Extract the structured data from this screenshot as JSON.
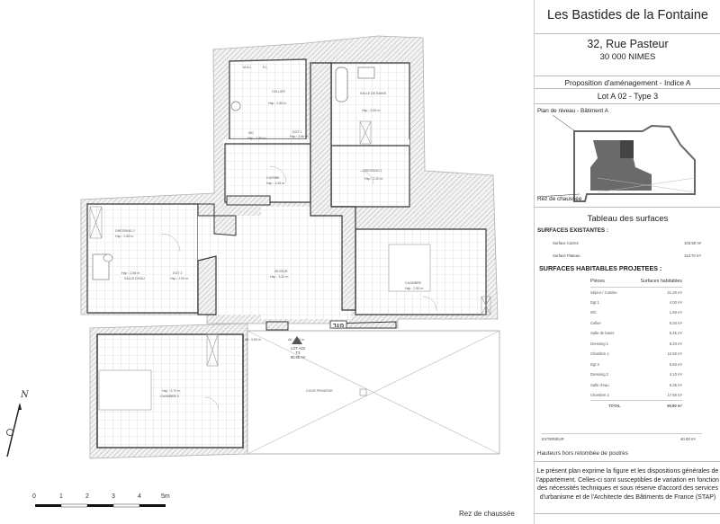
{
  "cartouche": {
    "project_name": "Les Bastides de la Fontaine",
    "address_line1": "32, Rue Pasteur",
    "address_line2": "30 000 NIMES",
    "proposal": "Proposition d'aménagement - Indice A",
    "lot": "Lot  A 02 - Type 3",
    "key_plan_title": "Plan de niveau - Bâtiment A",
    "key_plan_level": "Rez de chaussée",
    "surfaces_title": "Tableau des surfaces",
    "existing_heading": "SURFACES EXISTANTES :",
    "existing": [
      {
        "label": "Surface Carrez",
        "value": "103.50 m²"
      },
      {
        "label": "Surface Plateau",
        "value": "113.70 m²"
      }
    ],
    "projected_heading": "SURFACES HABITABLES PROJETEES :",
    "table_headers": {
      "room": "Pièces",
      "area": "Surfaces habitables"
    },
    "rooms": [
      {
        "label": "Séjour / Cuisine",
        "value": "21.20 m²"
      },
      {
        "label": "Dgt 1",
        "value": "4.00 m²"
      },
      {
        "label": "WC",
        "value": "1.60 m²"
      },
      {
        "label": "Cellier",
        "value": "6.20 m²"
      },
      {
        "label": "Salle de bains",
        "value": "5.45 m²"
      },
      {
        "label": "Dressing 1",
        "value": "6.40 m²"
      },
      {
        "label": "Chambre 1",
        "value": "12.50 m²"
      },
      {
        "label": "Dgt 2",
        "value": "5.60 m²"
      },
      {
        "label": "Dressing 2",
        "value": "4.10 m²"
      },
      {
        "label": "Salle d'eau",
        "value": "6.35 m²"
      },
      {
        "label": "Chambre 2",
        "value": "17.50 m²"
      }
    ],
    "total_label": "TOTAL",
    "total_value": "90.90 m²",
    "exterior_label": "EXTERIEUR",
    "exterior_value": "40.00 m²",
    "heights_note": "Hauteurs hors retombée de poutres",
    "disclaimer": "Le présent plan exprime la figure et les dispositions générales de l'appartement. Celles-ci sont susceptibles de variation en fonction des nécessités techniques et sous réserve d'accord des services d'urbanisme et de l'Architecte des Bâtiments de France (STAP)"
  },
  "plan": {
    "level_label": "Rez de chaussée",
    "north_label": "N",
    "scale_ticks": [
      "0",
      "1",
      "2",
      "3",
      "4",
      "5m"
    ],
    "lot_marker": {
      "line1": "LOT A02",
      "line2": "T3",
      "line3": "90.90 m²"
    },
    "gtl_label": "GTL",
    "rooms": [
      {
        "name": "CELLIER",
        "height": "Hsp : 2.80 m"
      },
      {
        "name": "SALLE DE BAINS",
        "height": "Hsp : 2.60 m"
      },
      {
        "name": "WC",
        "height": "Hsp : 2.80 m"
      },
      {
        "name": "DGT 1",
        "height": "Hsp : 2.80 m"
      },
      {
        "name": "CUISINE",
        "height": "Hsp : 3.45 m"
      },
      {
        "name": "DRESSING 1",
        "height": "Hsp : 2.20 m"
      },
      {
        "name": "DRESSING 2",
        "height": "Hsp : 2.80 m"
      },
      {
        "name": "SALLE D'EAU",
        "height": "Hsp : 2.56 m"
      },
      {
        "name": "DGT 2",
        "height": "Hsp : 2.50 m"
      },
      {
        "name": "SEJOUR",
        "height": "Hsp : 3.20 m"
      },
      {
        "name": "CHAMBRE",
        "height": "Hsp : 2.80 m"
      },
      {
        "name": "CHAMBRE 2",
        "height": "Hsp : 3.70 m"
      },
      {
        "name": "COUR PRIVATIVE",
        "height": ""
      }
    ],
    "annotations": {
      "mal": "M.A.L",
      "el": "E.L",
      "hsp_door_left": "Alt : 0.00 m",
      "hsp_door_mid": "Alt : 0.00 m"
    }
  }
}
